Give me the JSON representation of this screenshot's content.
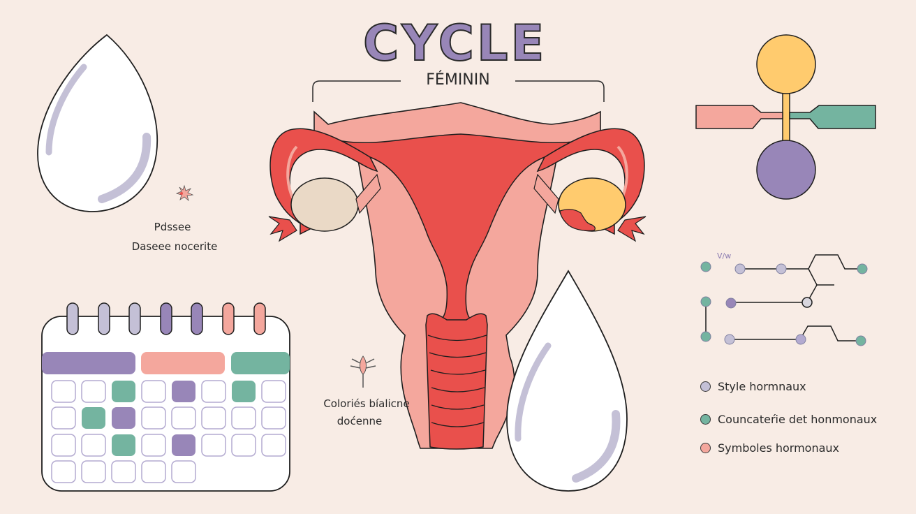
{
  "header": {
    "title": "CYCLE",
    "subtitle": "FÉMININ"
  },
  "colors": {
    "background": "#f8ece5",
    "purple": "#9886b8",
    "lavender": "#c4c0d6",
    "pink": "#f4a79d",
    "red": "#e9504c",
    "green": "#74b4a0",
    "yellow": "#ffcb6e",
    "beige": "#ead9c6"
  },
  "labels": {
    "left_top": "Pdssee",
    "left_bottom": "Daseee nocerite",
    "center_top": "Coloriés bíalicne",
    "center_bottom": "doćenne",
    "network_tag": "V/w"
  },
  "legend": {
    "items": [
      {
        "label": "Style hormnaux",
        "color": "#c4c0d6"
      },
      {
        "label": "Councateŕie det honmonaux",
        "color": "#74b4a0"
      },
      {
        "label": "Symboles hormonaux",
        "color": "#f4a79d"
      }
    ]
  },
  "calendar": {
    "rings": [
      "#c4c0d6",
      "#c4c0d6",
      "#c4c0d6",
      "#9886b8",
      "#9886b8",
      "#f4a79d",
      "#f4a79d"
    ],
    "phase_bars": [
      {
        "color": "#9886b8"
      },
      {
        "color": "#f4a79d"
      },
      {
        "color": "#74b4a0"
      }
    ],
    "grid": [
      [
        "w",
        "w",
        "g",
        "w",
        "p",
        "w",
        "g",
        "w"
      ],
      [
        "w",
        "g",
        "p",
        "w",
        "w",
        "w",
        "w",
        "w"
      ],
      [
        "w",
        "w",
        "g",
        "w",
        "p",
        "w",
        "w",
        "w"
      ],
      [
        "w",
        "w",
        "w",
        "w",
        "w"
      ]
    ]
  }
}
